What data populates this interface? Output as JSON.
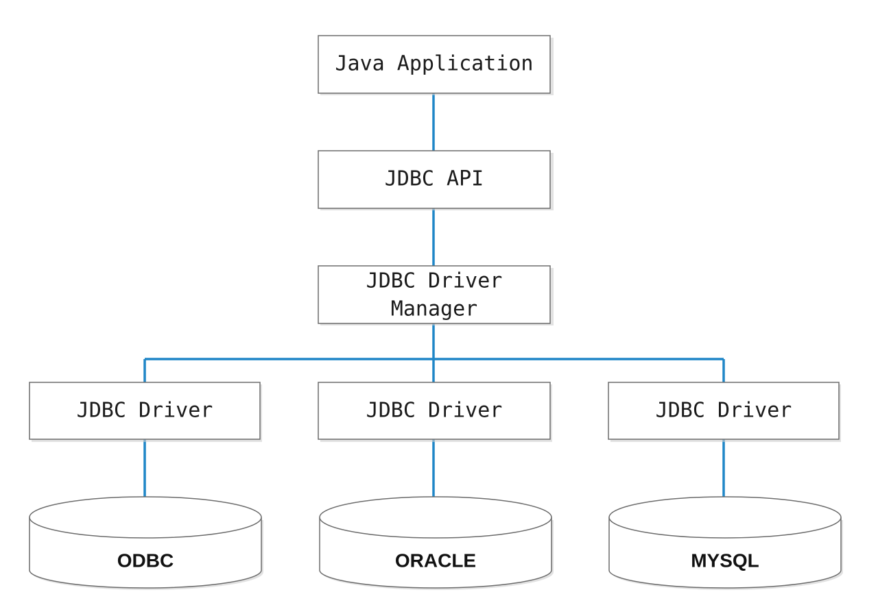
{
  "diagram": {
    "app": "Java Application",
    "api": "JDBC API",
    "manager_line1": "JDBC Driver",
    "manager_line2": "Manager",
    "drivers": [
      "JDBC Driver",
      "JDBC Driver",
      "JDBC Driver"
    ],
    "databases": [
      "ODBC",
      "ORACLE",
      "MYSQL"
    ],
    "connector_color": "#1f86c7"
  }
}
